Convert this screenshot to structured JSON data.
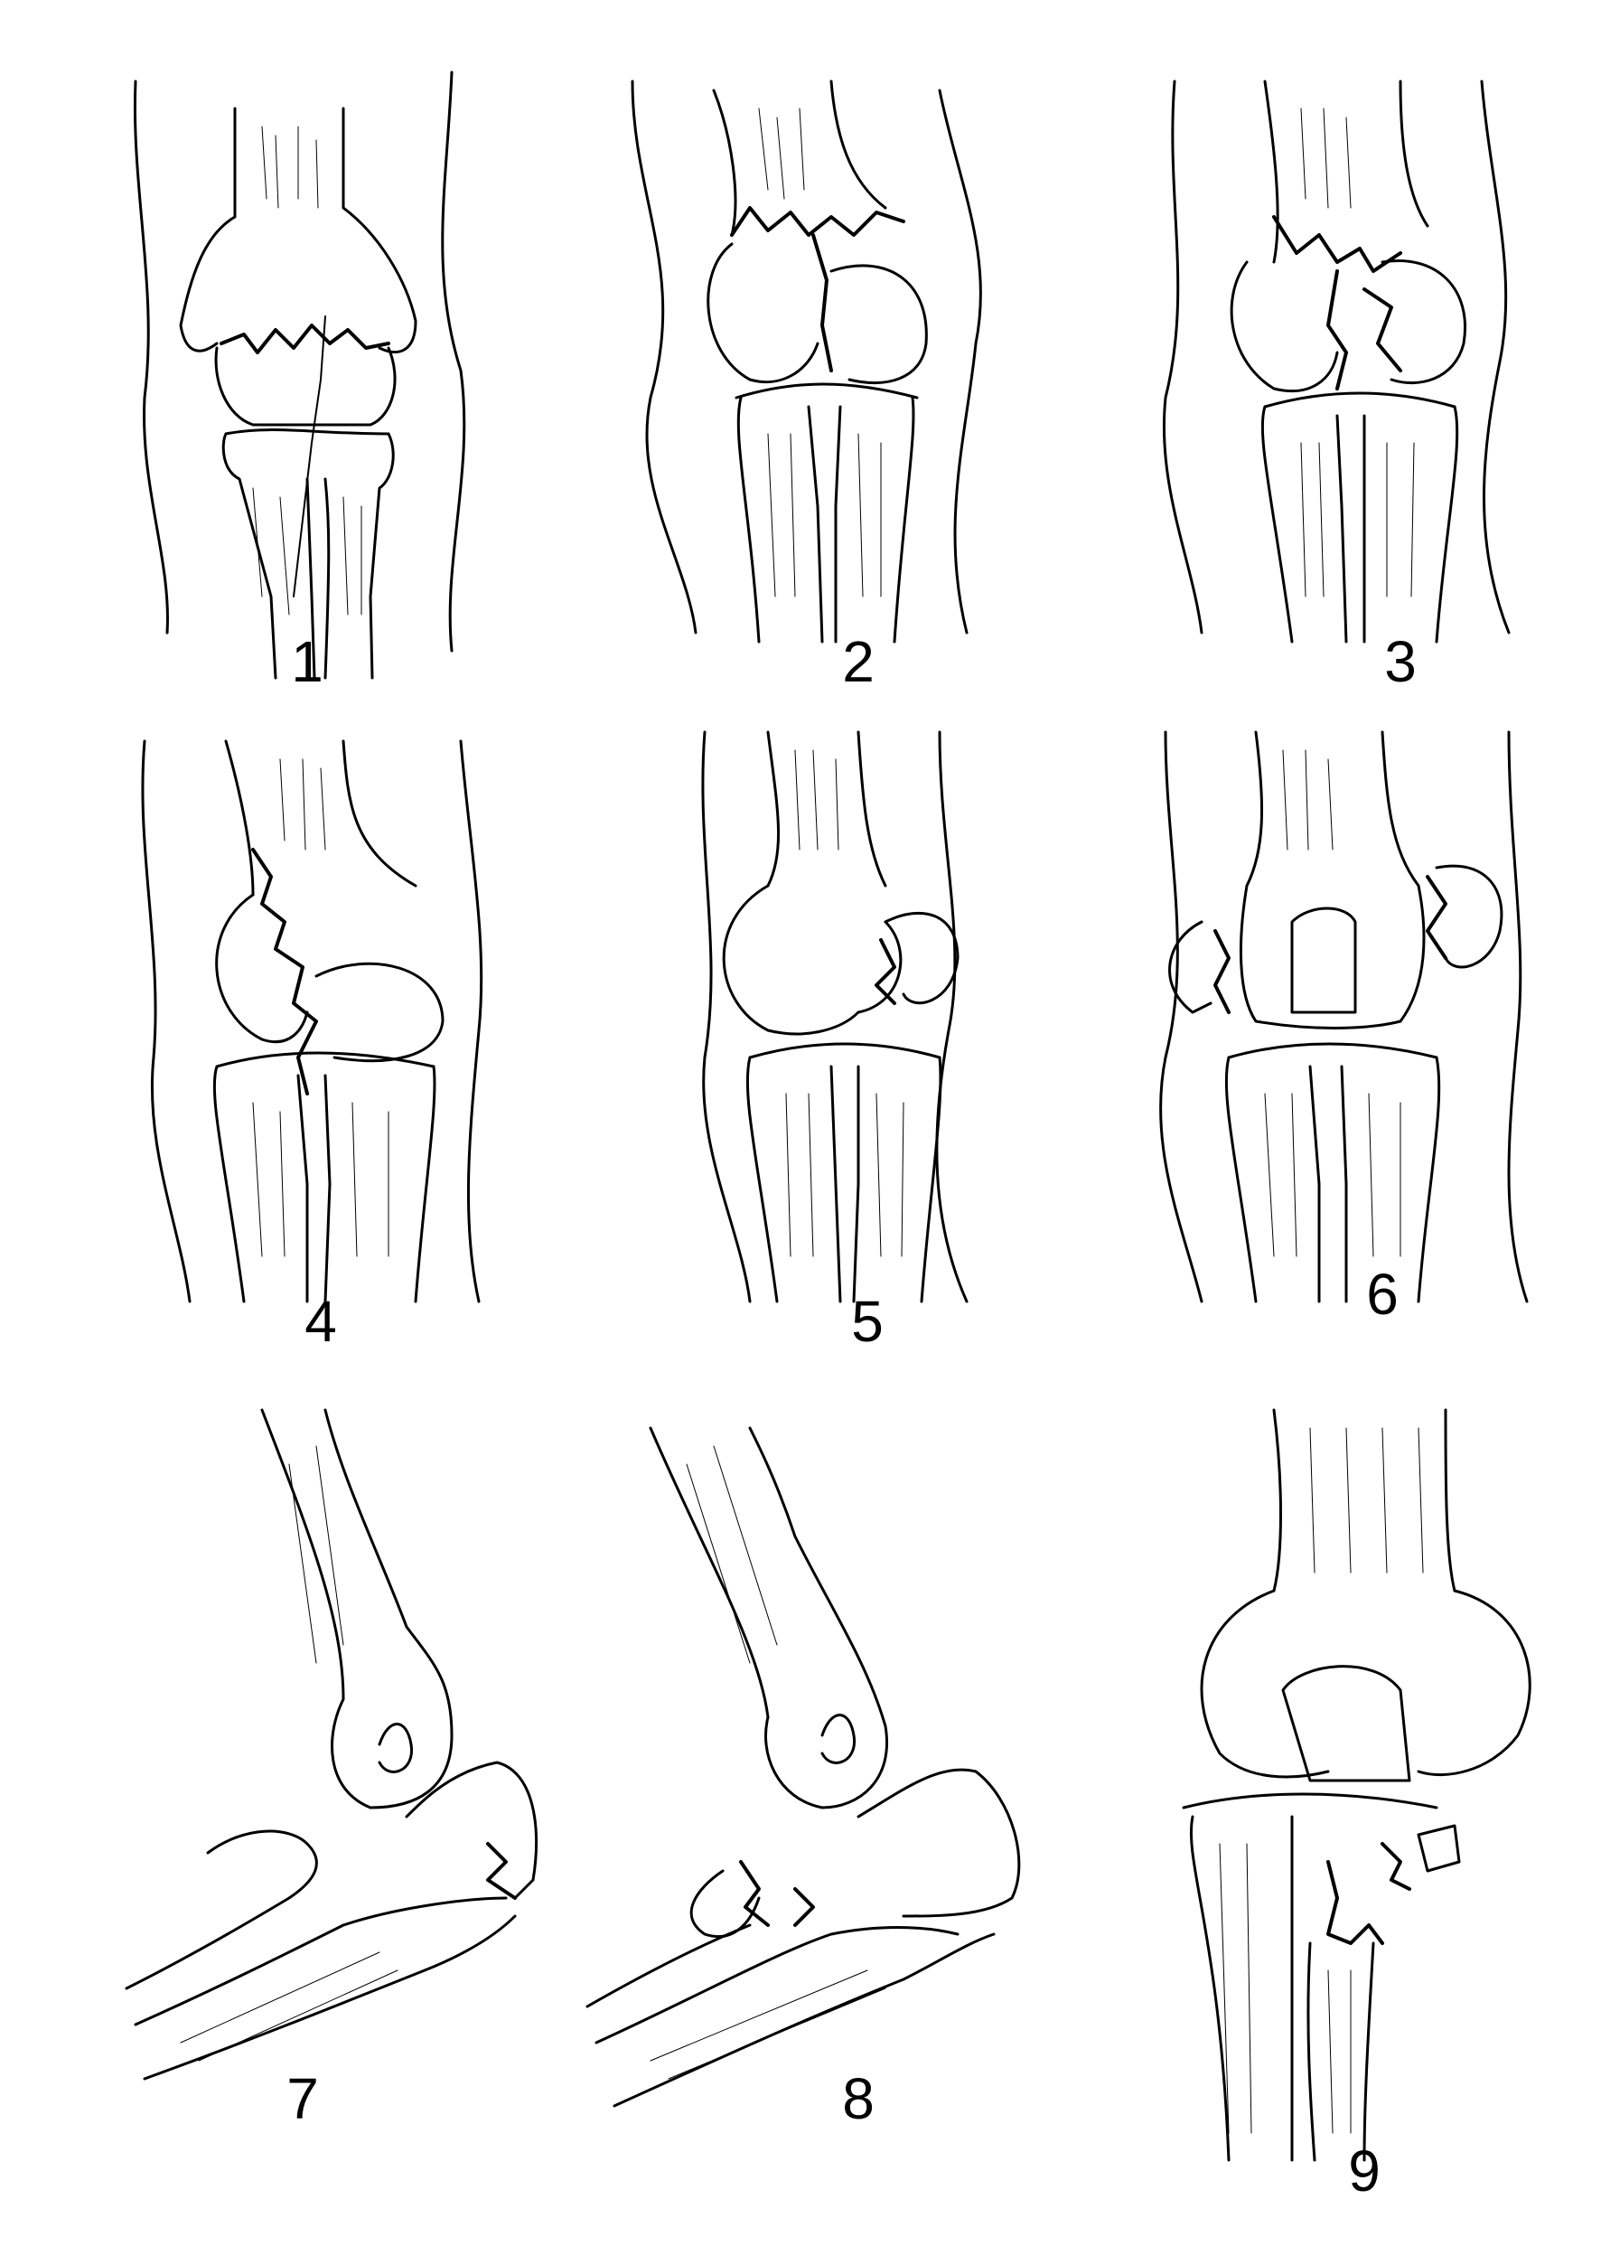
{
  "figures": [
    {
      "id": 1,
      "label": "1",
      "view": "anterior",
      "fracture": "supracondylar"
    },
    {
      "id": 2,
      "label": "2",
      "view": "anterior",
      "fracture": "t-shaped-intercondylar"
    },
    {
      "id": 3,
      "label": "3",
      "view": "anterior",
      "fracture": "comminuted-intercondylar"
    },
    {
      "id": 4,
      "label": "4",
      "view": "anterior",
      "fracture": "lateral-condyle"
    },
    {
      "id": 5,
      "label": "5",
      "view": "anterior",
      "fracture": "medial-epicondyle"
    },
    {
      "id": 6,
      "label": "6",
      "view": "anterior",
      "fracture": "bicondylar-epicondyles"
    },
    {
      "id": 7,
      "label": "7",
      "view": "lateral",
      "fracture": "olecranon"
    },
    {
      "id": 8,
      "label": "8",
      "view": "lateral",
      "fracture": "coronoid-and-radial-head"
    },
    {
      "id": 9,
      "label": "9",
      "view": "anterior",
      "fracture": "radial-head-and-neck"
    }
  ],
  "colors": {
    "ink": "#000000",
    "paper": "#ffffff"
  }
}
